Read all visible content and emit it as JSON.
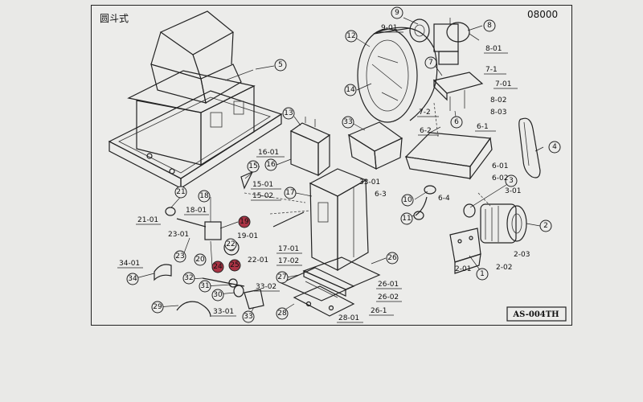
{
  "header": {
    "title": "圆斗式",
    "code": "08000"
  },
  "footer": {
    "model": "AS-004TH"
  },
  "callouts": {
    "c1": "1",
    "c2": "2",
    "c3": "3",
    "c4": "4",
    "c5": "5",
    "c6": "6",
    "c7": "7",
    "c8": "8",
    "c9": "9",
    "c12": "12",
    "c13": "13",
    "c14": "14",
    "c15": "15",
    "c16": "16",
    "c17": "17",
    "c18": "18",
    "c19": "19",
    "c20": "20",
    "c21": "21",
    "c22": "22",
    "c23": "23",
    "c24": "24",
    "c25": "25",
    "c26": "26",
    "c27": "27",
    "c28": "28",
    "c29": "29",
    "c30": "30",
    "c31": "31",
    "c32": "32",
    "c33": "33",
    "c33b": "33",
    "c34": "34"
  },
  "labels": {
    "l9_01": "9-01",
    "l8_01": "8-01",
    "l7_1": "7-1",
    "l7_01": "7-01",
    "l7_2": "7-2",
    "l8_02": "8-02",
    "l8_03": "8-03",
    "l6_2": "6-2",
    "l6_1": "6-1",
    "l6_01": "6-01",
    "l6_02": "6-02",
    "l6_3": "6-3",
    "l6_4": "6-4",
    "l3_01": "3-01",
    "l2_03": "2-03",
    "l2_02": "2-02",
    "l2_01": "2-01",
    "l16_01": "16-01",
    "l15_01": "15-01",
    "l15_02": "15-02",
    "l33_01t": "33-01",
    "l18_01": "18-01",
    "l21_01": "21-01",
    "l23_01": "23-01",
    "l19_01": "19-01",
    "l22_01": "22-01",
    "l17_01": "17-01",
    "l17_02": "17-02",
    "l34_01": "34-01",
    "l33_02": "33-02",
    "l33_01b": "33-01",
    "l26_01": "26-01",
    "l26_02": "26-02",
    "l26_1": "26-1",
    "l28_01": "28-01"
  }
}
